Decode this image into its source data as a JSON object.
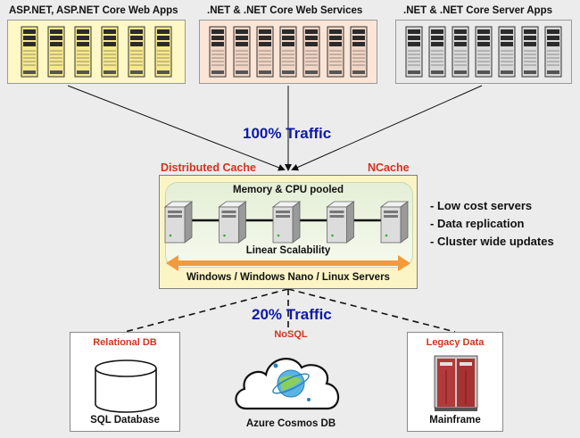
{
  "tiers": [
    {
      "label": "ASP.NET, ASP.NET Core Web Apps",
      "servers": 6,
      "fill": "#fdf8c6",
      "server_face": "#f6e98a"
    },
    {
      "label": ".NET & .NET Core Web Services",
      "servers": 7,
      "fill": "#fbe5d6",
      "server_face": "#f1d5c4"
    },
    {
      "label": ".NET & .NET Core Server Apps",
      "servers": 7,
      "fill": "#eaeaea",
      "server_face": "#d9d9d9"
    }
  ],
  "traffic_top": "100% Traffic",
  "traffic_bottom": "20% Traffic",
  "distributed_cache": {
    "title_left": "Distributed Cache",
    "title_right": "NCache",
    "pool_label": "Memory & CPU pooled",
    "scalability_label": "Linear Scalability",
    "platforms_label": "Windows / Windows Nano / Linux Servers",
    "cache_servers": 5
  },
  "features": [
    "- Low cost servers",
    "- Data replication",
    "- Cluster wide updates"
  ],
  "data_sources": {
    "relational": {
      "heading": "Relational DB",
      "caption": "SQL Database"
    },
    "nosql": {
      "heading": "NoSQL",
      "caption": "Azure Cosmos DB"
    },
    "legacy": {
      "heading": "Legacy Data",
      "caption": "Mainframe"
    }
  },
  "colors": {
    "traffic": "#0e1aa8",
    "heading_red": "#d2331e",
    "arrow_orange": "#f39a3a",
    "cache_fill": "#fbf4c4"
  }
}
